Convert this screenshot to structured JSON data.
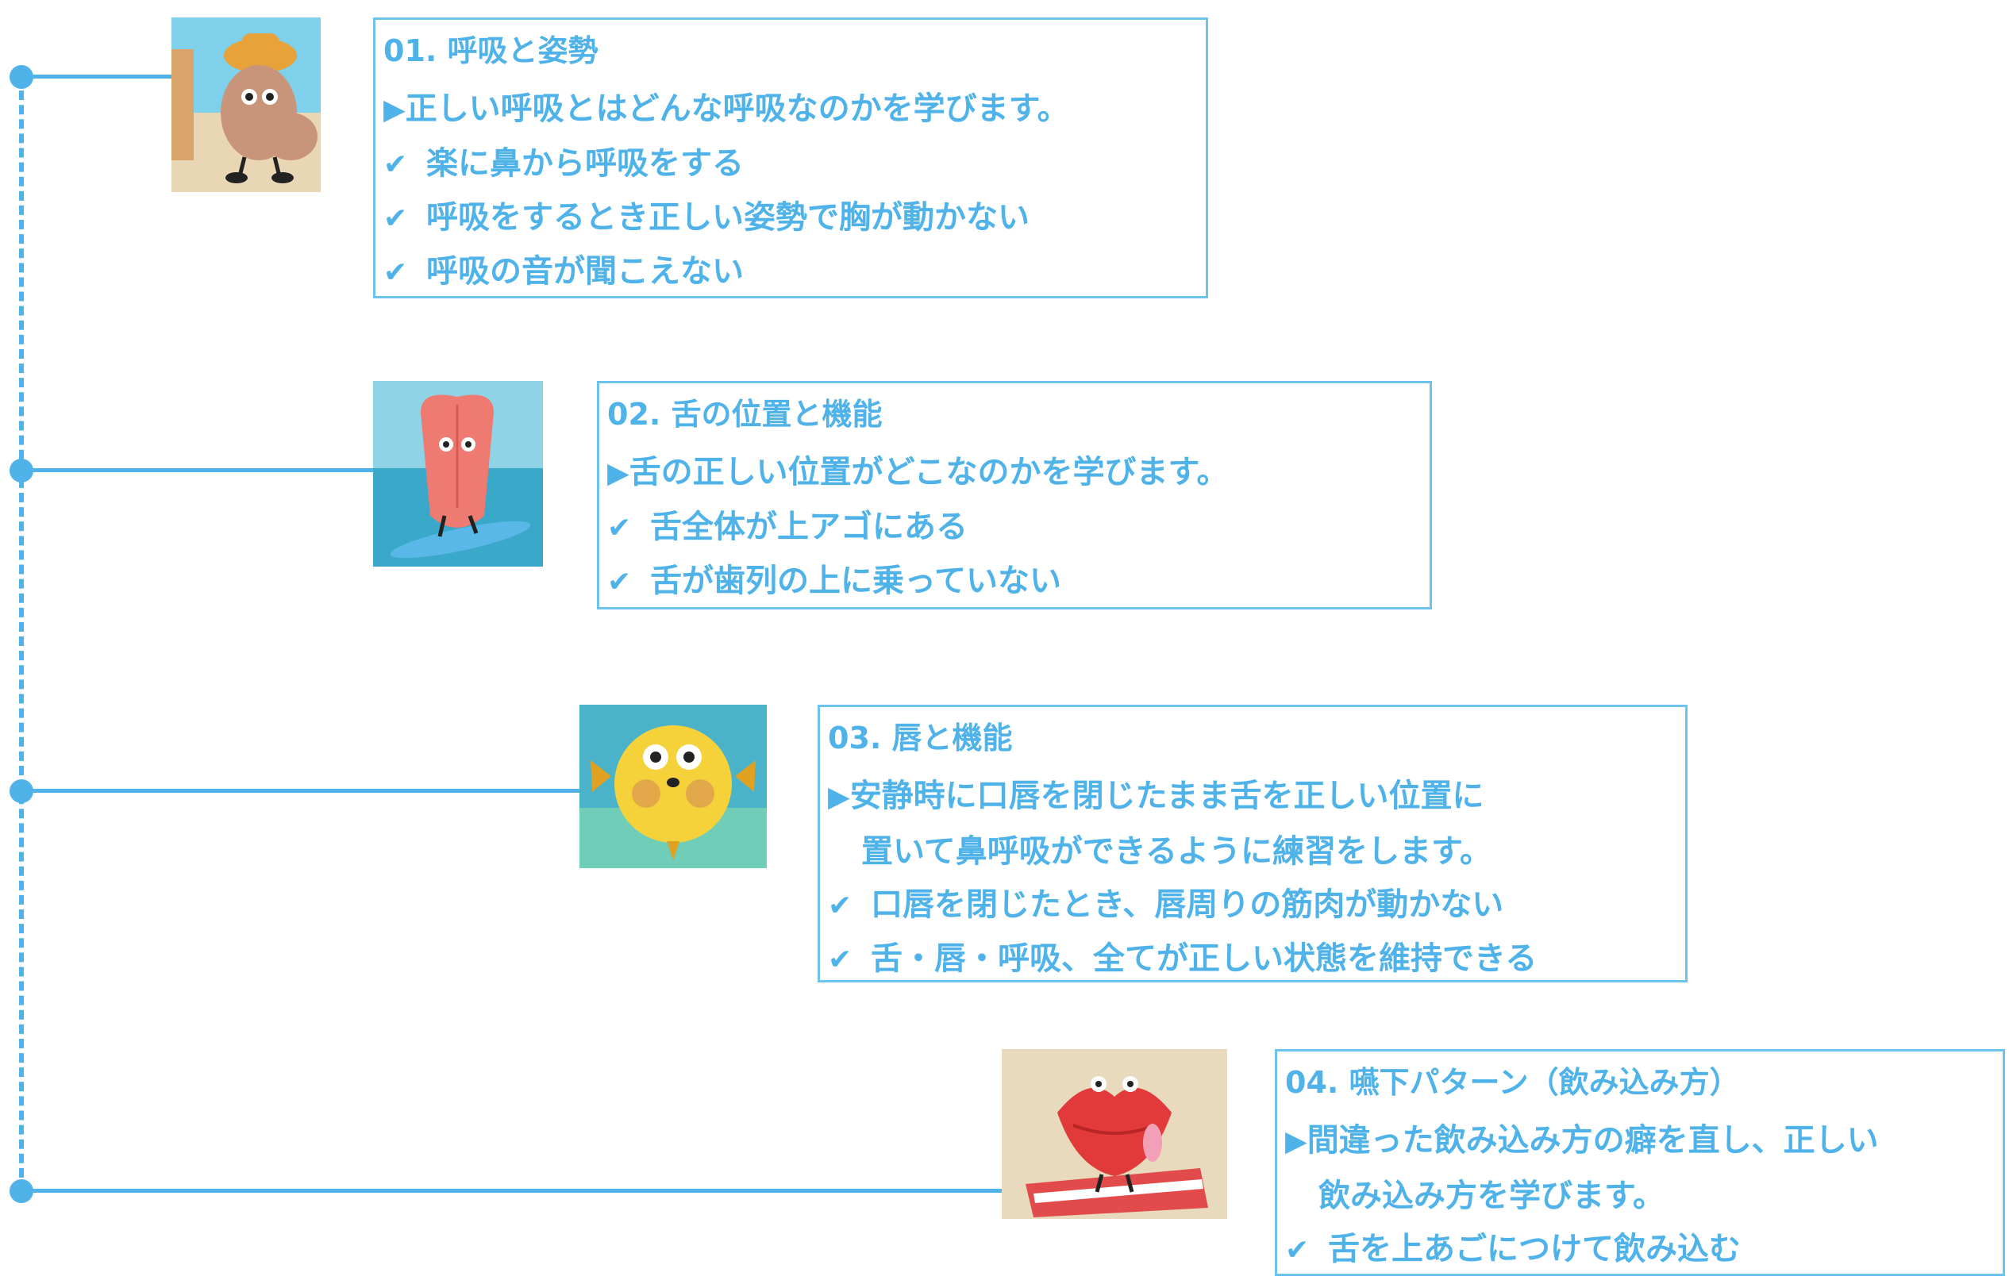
{
  "steps": [
    {
      "title": "01. 呼吸と姿勢",
      "lead": "正しい呼吸とはどんな呼吸なのかを学びます。",
      "lead2": "",
      "checks": [
        "楽に鼻から呼吸をする",
        "呼吸をするとき正しい姿勢で胸が動かない",
        "呼吸の音が聞こえない"
      ],
      "icon": "nose-character-icon"
    },
    {
      "title": "02. 舌の位置と機能",
      "lead": "舌の正しい位置がどこなのかを学びます。",
      "lead2": "",
      "checks": [
        "舌全体が上アゴにある",
        "舌が歯列の上に乗っていない"
      ],
      "icon": "tongue-surfer-icon"
    },
    {
      "title": "03. 唇と機能",
      "lead": "安静時に口唇を閉じたまま舌を正しい位置に",
      "lead2": "置いて鼻呼吸ができるように練習をします。",
      "checks": [
        "口唇を閉じたとき、唇周りの筋肉が動かない",
        "舌・唇・呼吸、全てが正しい状態を維持できる"
      ],
      "icon": "pufferfish-icon"
    },
    {
      "title": "04. 嚥下パターン（飲み込み方）",
      "lead": "間違った飲み込み方の癖を直し、正しい",
      "lead2": "飲み込み方を学びます。",
      "checks": [
        "舌を上あごにつけて飲み込む"
      ],
      "icon": "lips-character-icon"
    }
  ],
  "symbols": {
    "lead_marker": "▶",
    "check_marker": "✔"
  },
  "colors": {
    "accent": "#4fb3ea",
    "border": "#6cc3f0"
  }
}
